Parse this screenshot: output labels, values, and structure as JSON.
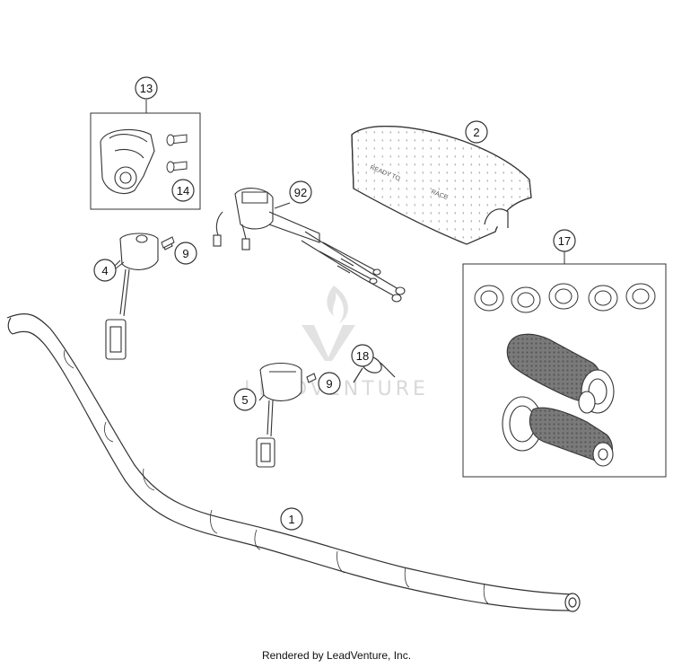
{
  "callouts": {
    "c1": "1",
    "c2": "2",
    "c4": "4",
    "c5": "5",
    "c9a": "9",
    "c9b": "9",
    "c13": "13",
    "c14": "14",
    "c17": "17",
    "c18": "18",
    "c92": "92"
  },
  "pad_text": {
    "left": "READY TO",
    "right": "RACE"
  },
  "watermark": "LEADVENTURE",
  "footer": "Rendered by LeadVenture, Inc.",
  "colors": {
    "line": "#333333",
    "fill": "#ffffff",
    "pad_dots": "#9a9a9a",
    "grip": "#6e6e6e",
    "watermark": "#d9d9d9"
  }
}
